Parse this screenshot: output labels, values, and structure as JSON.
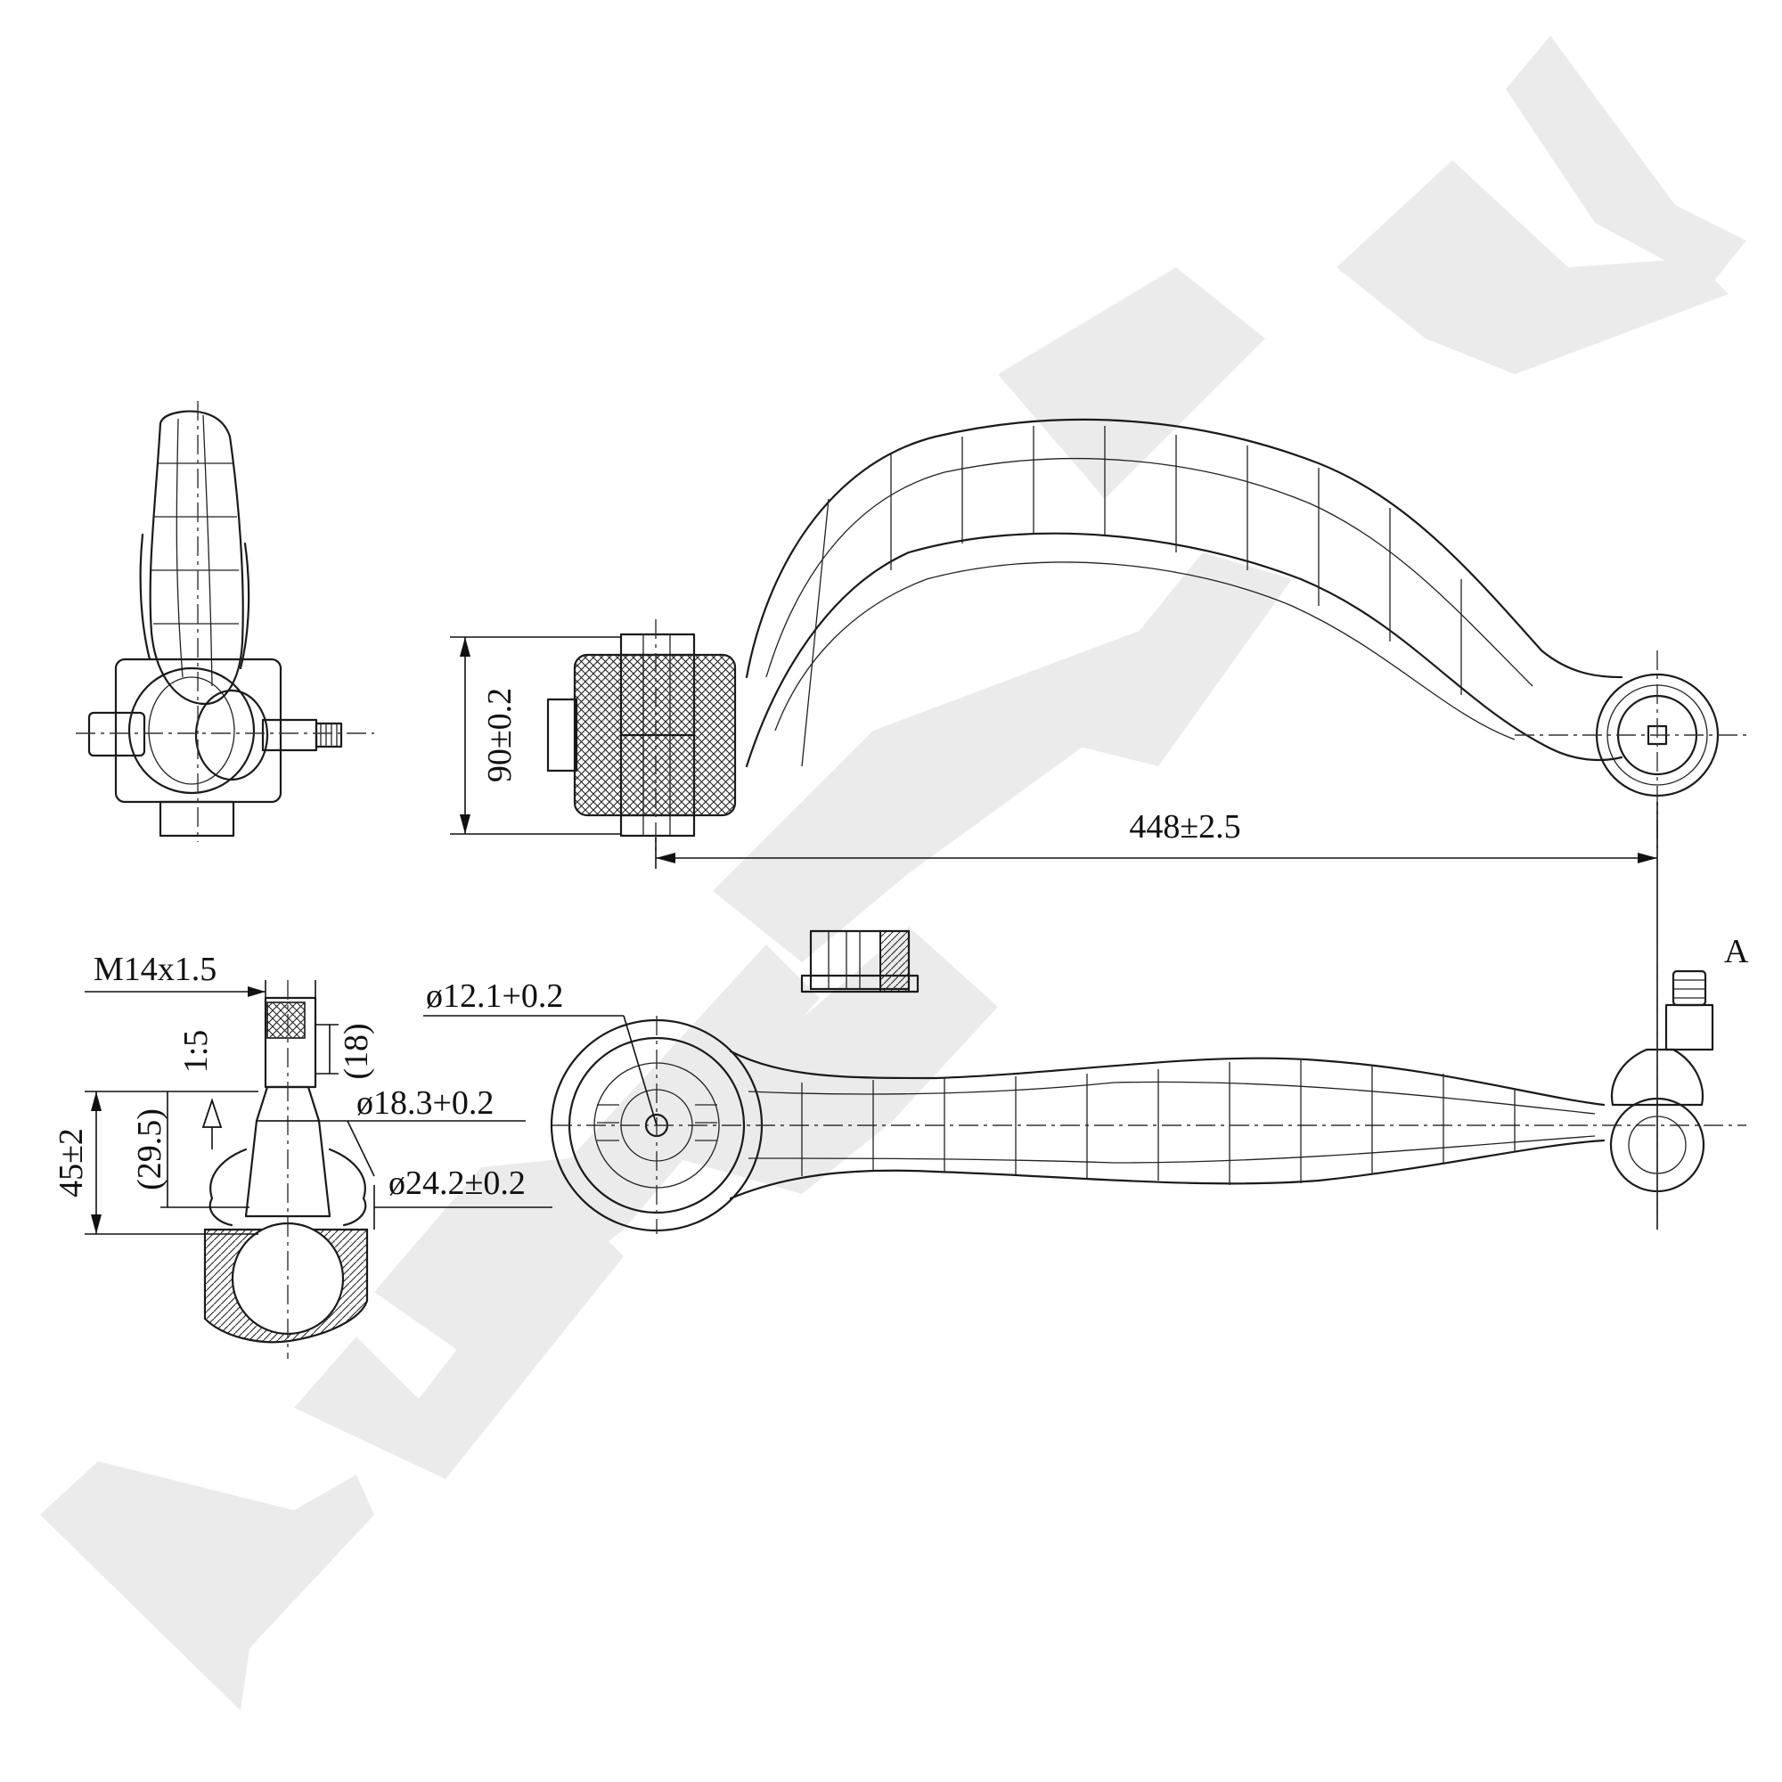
{
  "drawing": {
    "view_marker": "A",
    "dimensions": {
      "height_bushing": "90±0.2",
      "overall_length": "448±2.5",
      "thread": "M14x1.5",
      "taper": "1:5",
      "stud_length": "(18)",
      "ball_height": "45±2",
      "cone_height": "(29.5)",
      "bushing_bore": "ø12.1+0.2",
      "taper_small_dia": "ø18.3+0.2",
      "taper_large_dia": "ø24.2±0.2"
    }
  }
}
